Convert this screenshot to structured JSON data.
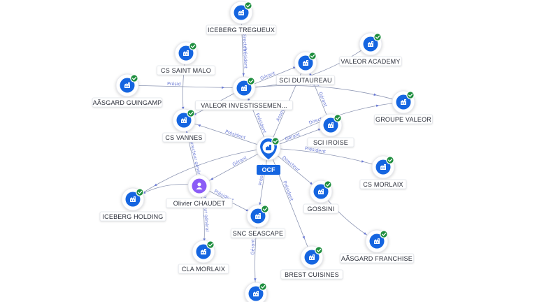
{
  "colors": {
    "company": "#1565e0",
    "person": "#8b5cf6",
    "verified": "#1e8e3e",
    "edge": "#8d96b3",
    "edge_label": "#6b7bd6"
  },
  "focus_node": {
    "id": "ocf",
    "label": "OCF",
    "icon": "company-building-icon"
  },
  "nodes": [
    {
      "id": "iceberg-tregueux",
      "label": "ICEBERG TREGUEUX",
      "kind": "company",
      "icon": "company-building-icon",
      "verified": true
    },
    {
      "id": "cs-saint-malo",
      "label": "CS SAINT MALO",
      "kind": "company",
      "icon": "company-building-icon",
      "verified": true
    },
    {
      "id": "sci-dutaureau",
      "label": "SCI DUTAUREAU",
      "kind": "company",
      "icon": "company-building-icon",
      "verified": true
    },
    {
      "id": "valeor-academy",
      "label": "VALEOR ACADEMY",
      "kind": "company",
      "icon": "company-building-icon",
      "verified": true
    },
    {
      "id": "asgard-guingamp",
      "label": "AÃSGARD GUINGAMP",
      "kind": "company",
      "icon": "company-building-icon",
      "verified": true
    },
    {
      "id": "valeor-invest",
      "label": "VALEOR INVESTISSEMEN...",
      "kind": "company",
      "icon": "company-building-icon",
      "verified": true
    },
    {
      "id": "groupe-valeor",
      "label": "GROUPE VALEOR",
      "kind": "company",
      "icon": "company-building-icon",
      "verified": true
    },
    {
      "id": "cs-vannes",
      "label": "CS VANNES",
      "kind": "company",
      "icon": "company-building-icon",
      "verified": true
    },
    {
      "id": "sci-iroise",
      "label": "SCI IROISE",
      "kind": "company",
      "icon": "company-building-icon",
      "verified": true
    },
    {
      "id": "cs-morlaix",
      "label": "CS MORLAIX",
      "kind": "company",
      "icon": "company-building-icon",
      "verified": true
    },
    {
      "id": "gossini",
      "label": "GOSSINI",
      "kind": "company",
      "icon": "company-building-icon",
      "verified": true
    },
    {
      "id": "iceberg-holding",
      "label": "ICEBERG HOLDING",
      "kind": "company",
      "icon": "company-building-icon",
      "verified": true
    },
    {
      "id": "olivier-chaudet",
      "label": "Olivier CHAUDET",
      "kind": "person",
      "icon": "person-icon",
      "verified": false
    },
    {
      "id": "snc-seascape",
      "label": "SNC SEASCAPE",
      "kind": "company",
      "icon": "company-building-icon",
      "verified": true
    },
    {
      "id": "asgard-franchise",
      "label": "AÃSGARD FRANCHISE",
      "kind": "company",
      "icon": "company-building-icon",
      "verified": true
    },
    {
      "id": "cla-morlaix",
      "label": "CLA MORLAIX",
      "kind": "company",
      "icon": "company-building-icon",
      "verified": true
    },
    {
      "id": "brest-cuisines",
      "label": "BREST CUISINES",
      "kind": "company",
      "icon": "company-building-icon",
      "verified": true
    },
    {
      "id": "bottom-company",
      "label": "",
      "kind": "company",
      "icon": "company-building-icon",
      "verified": true
    }
  ],
  "edges": [
    {
      "from": "valeor-invest",
      "to": "iceberg-tregueux",
      "label": "Président"
    },
    {
      "from": "iceberg-tregueux",
      "to": "valeor-invest",
      "label": "Directeur"
    },
    {
      "from": "valeor-invest",
      "to": "sci-dutaureau",
      "label": "Gérant"
    },
    {
      "from": "valeor-invest",
      "to": "valeor-academy",
      "label": ""
    },
    {
      "from": "valeor-invest",
      "to": "groupe-valeor",
      "label": "Président"
    },
    {
      "from": "asgard-guingamp",
      "to": "valeor-invest",
      "label": "Présid"
    },
    {
      "from": "valeor-invest",
      "to": "cs-vannes",
      "label": ""
    },
    {
      "from": "ocf",
      "to": "valeor-invest",
      "label": "Président"
    },
    {
      "from": "ocf",
      "to": "sci-dutaureau",
      "label": "Associé"
    },
    {
      "from": "ocf",
      "to": "groupe-valeor",
      "label": "Directeur"
    },
    {
      "from": "ocf",
      "to": "sci-iroise",
      "label": "Gérant"
    },
    {
      "from": "ocf",
      "to": "cs-morlaix",
      "label": "Président"
    },
    {
      "from": "ocf",
      "to": "gossini",
      "label": "Directeur"
    },
    {
      "from": "ocf",
      "to": "cs-vannes",
      "label": "Président"
    },
    {
      "from": "ocf",
      "to": "olivier-chaudet",
      "label": "Gérant"
    },
    {
      "from": "ocf",
      "to": "snc-seascape",
      "label": "Président"
    },
    {
      "from": "ocf",
      "to": "brest-cuisines",
      "label": "Président"
    },
    {
      "from": "ocf",
      "to": "iceberg-holding",
      "label": ""
    },
    {
      "from": "olivier-chaudet",
      "to": "cla-morlaix",
      "label": "Directeur général"
    },
    {
      "from": "olivier-chaudet",
      "to": "cs-vannes",
      "label": "Directeur général"
    },
    {
      "from": "olivier-chaudet",
      "to": "snc-seascape",
      "label": "Président"
    },
    {
      "from": "olivier-chaudet",
      "to": "iceberg-holding",
      "label": ""
    },
    {
      "from": "gossini",
      "to": "asgard-franchise",
      "label": ""
    },
    {
      "from": "snc-seascape",
      "to": "bottom-company",
      "label": "Gérant"
    },
    {
      "from": "cs-saint-malo",
      "to": "cs-vannes",
      "label": ""
    },
    {
      "from": "sci-iroise",
      "to": "sci-dutaureau",
      "label": "Gérant"
    }
  ]
}
